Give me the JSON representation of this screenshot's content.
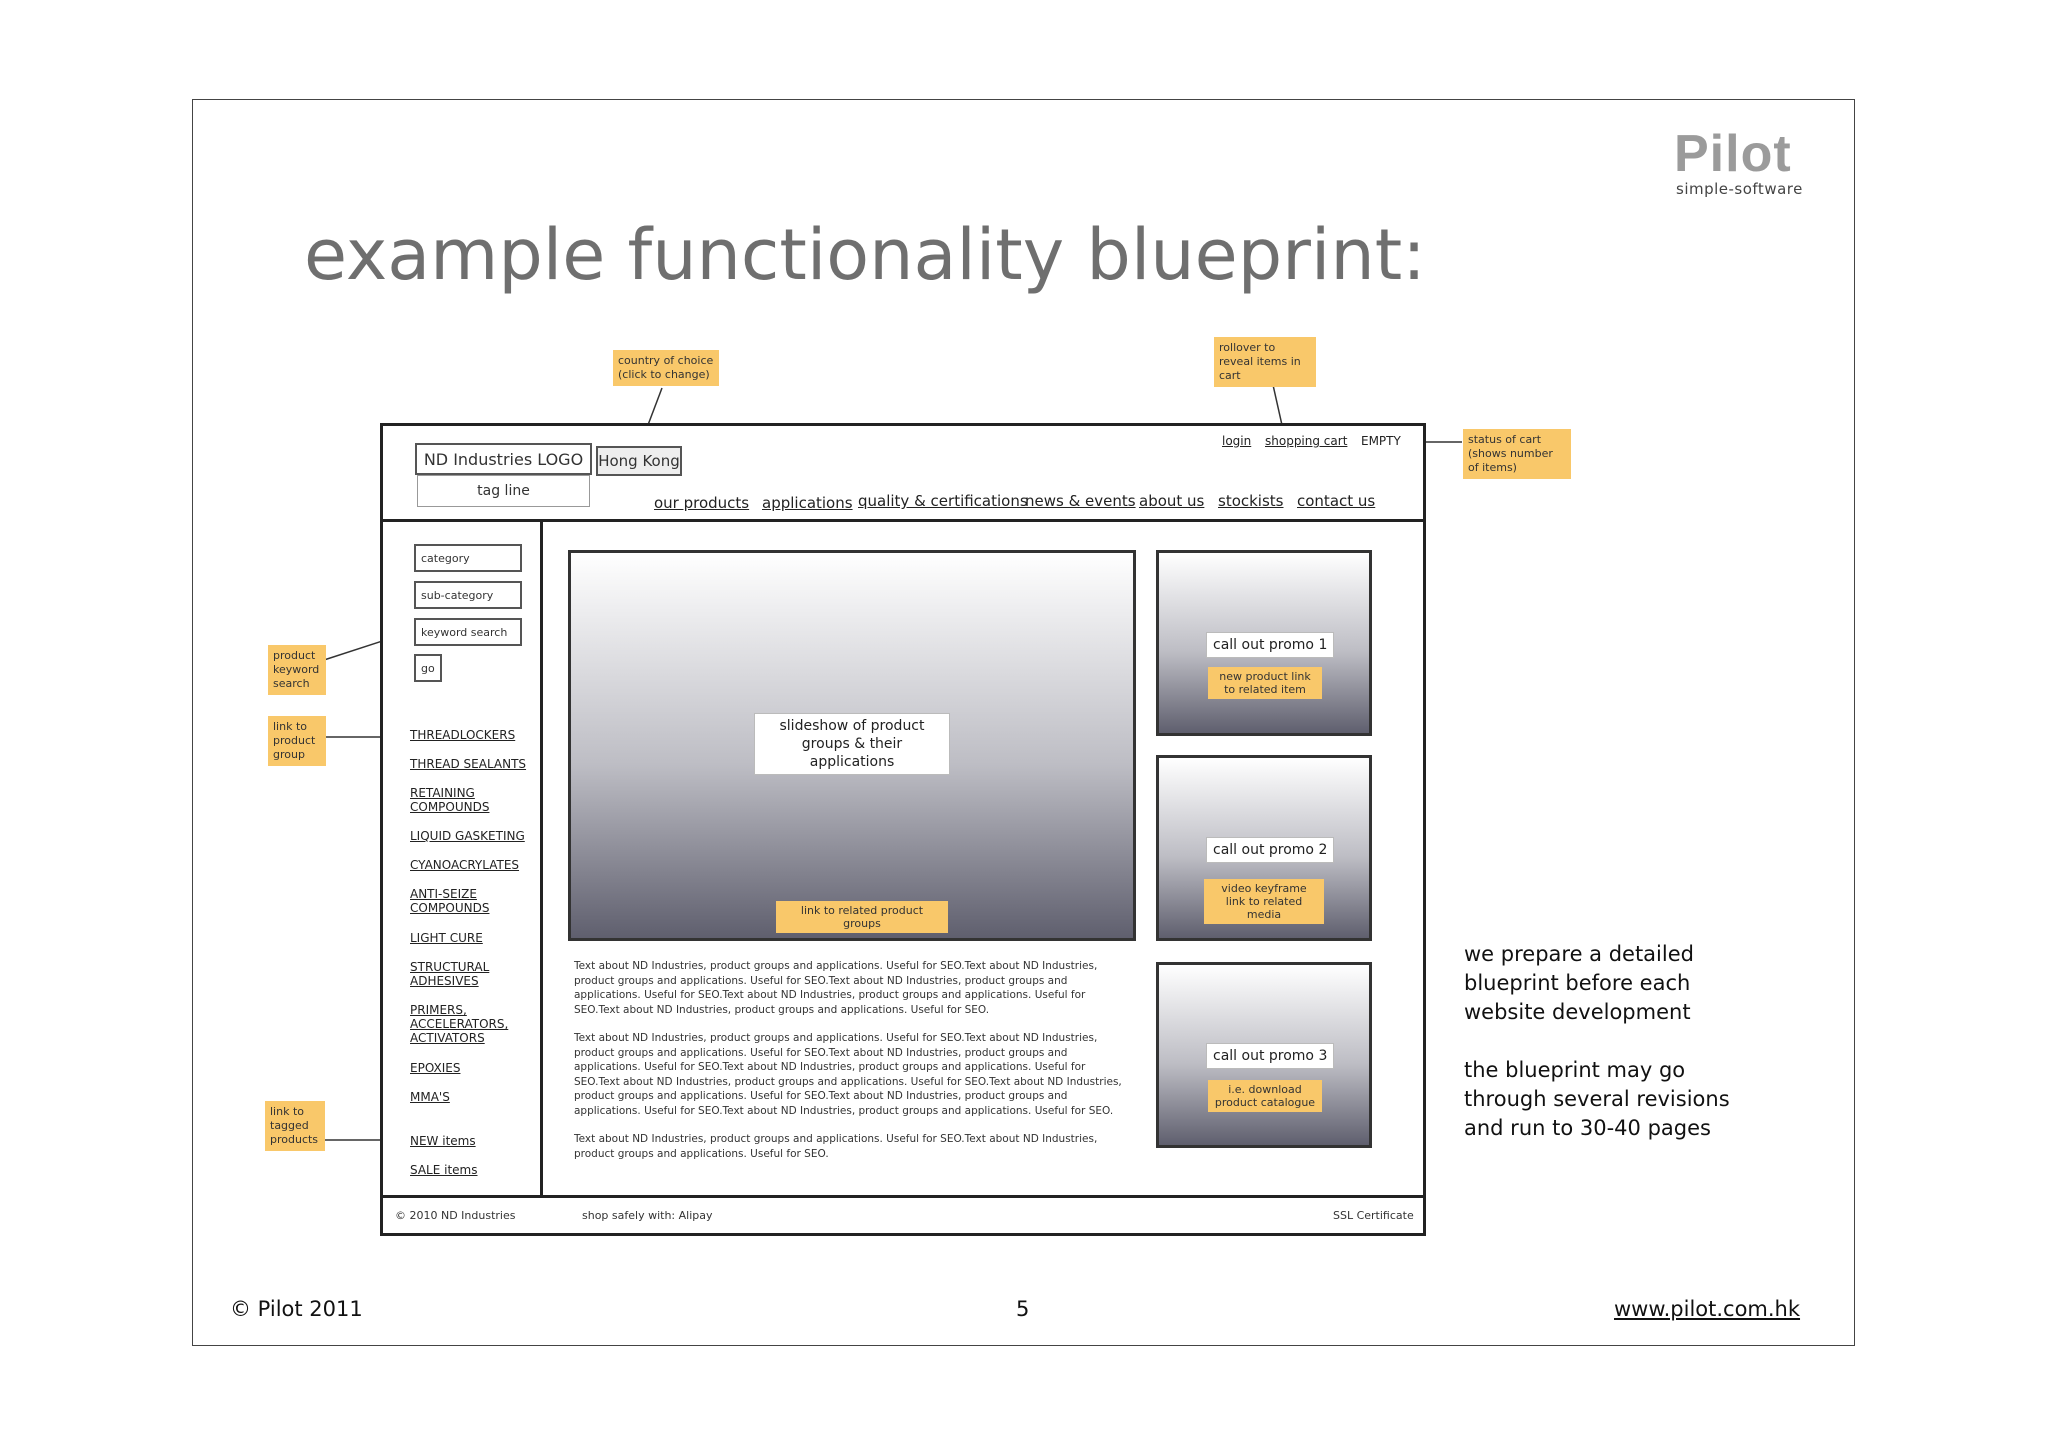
{
  "brand": {
    "name": "Pilot",
    "tagline": "simple-software"
  },
  "slide": {
    "title": "example functionality blueprint:"
  },
  "wireframe": {
    "logo": "ND Industries LOGO",
    "tagline": "tag line",
    "country": "Hong Kong",
    "top_links": [
      "login",
      "shopping cart"
    ],
    "cart_status": "EMPTY",
    "nav": [
      "our products",
      "applications",
      "quality & certifications",
      "news & events",
      "about us",
      "stockists",
      "contact us"
    ],
    "sidebar": {
      "category": "category",
      "subcategory": "sub-category",
      "keyword": "keyword search",
      "go": "go",
      "product_groups": [
        "THREADLOCKERS",
        "THREAD SEALANTS",
        "RETAINING COMPOUNDS",
        "LIQUID GASKETING",
        "CYANOACRYLATES",
        "ANTI-SEIZE COMPOUNDS",
        "LIGHT CURE",
        "STRUCTURAL ADHESIVES",
        "PRIMERS, ACCELERATORS, ACTIVATORS",
        "EPOXIES",
        "MMA'S"
      ],
      "tagged": [
        "NEW items",
        "SALE items"
      ]
    },
    "slideshow": {
      "label": "slideshow of product groups & their applications",
      "link": "link to related product groups"
    },
    "promos": [
      {
        "title": "call out promo 1",
        "action": "new product link to related item"
      },
      {
        "title": "call out promo 2",
        "action": "video keyframe link to related media"
      },
      {
        "title": "call out promo 3",
        "action": "i.e. download product catalogue"
      }
    ],
    "body_text": [
      "Text about ND Industries, product groups and applications. Useful for SEO.Text about ND Industries, product groups and applications. Useful for SEO.Text about ND Industries, product groups and applications. Useful for SEO.Text about ND Industries, product groups and applications. Useful for SEO.Text about ND Industries, product groups and applications. Useful for SEO.",
      "Text about ND Industries, product groups and applications. Useful for SEO.Text about ND Industries, product groups and applications. Useful for SEO.Text about ND Industries, product groups and applications. Useful for SEO.Text about ND Industries, product groups and applications. Useful for SEO.Text about ND Industries, product groups and applications. Useful for SEO.Text about ND Industries, product groups and applications. Useful for SEO.Text about ND Industries, product groups and applications. Useful for SEO.Text about ND Industries, product groups and applications. Useful for SEO.",
      "Text about ND Industries, product groups and applications. Useful for SEO.Text about ND Industries, product groups and applications. Useful for SEO."
    ],
    "footer": {
      "copyright": "© 2010 ND Industries",
      "shop": "shop safely with: Alipay",
      "ssl": "SSL Certificate"
    }
  },
  "annotations": {
    "country": "country of choice (click to change)",
    "rollover": "rollover to reveal items in cart",
    "cart": "status of cart (shows number of items)",
    "keyword": "product keyword search",
    "group": "link to product group",
    "tagged": "link to tagged products"
  },
  "side_notes": [
    "we prepare a detailed blueprint before each website development",
    "the blueprint may go through several revisions and run to 30-40 pages"
  ],
  "footer": {
    "left": "© Pilot 2011",
    "page": "5",
    "url": "www.pilot.com.hk"
  },
  "colors": {
    "note": "#f9c86a",
    "title": "#6f6f6f",
    "logo_red": "#dd1111"
  }
}
